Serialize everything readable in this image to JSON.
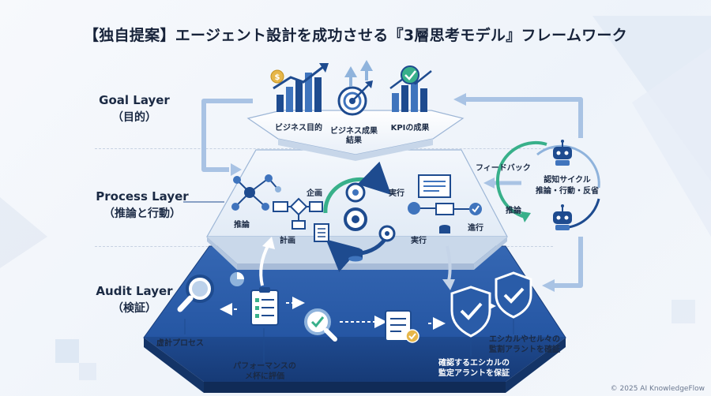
{
  "title": "【独自提案】エージェント設計を成功させる『3層思考モデル』フレームワーク",
  "layers": {
    "goal": {
      "en": "Goal Layer",
      "jp": "（目的）"
    },
    "process": {
      "en": "Process Layer",
      "jp": "（推論と行動）"
    },
    "audit": {
      "en": "Audit Layer",
      "jp": "（検証）"
    }
  },
  "goal_items": {
    "business_goal": "ビジネス目的",
    "business_result_1": "ビジネス成果",
    "business_result_2": "結果",
    "kpi": "KPIの成果"
  },
  "process_items": {
    "reasoning": "推論",
    "plan": "計画",
    "planning": "企画",
    "execute": "実行",
    "execute_2": "実行",
    "progress": "進行"
  },
  "cycle": {
    "feedback": "フィードバック",
    "title": "認知サイクル",
    "subtitle": "推論・行動・反省",
    "reasoning": "推論"
  },
  "audit_items": {
    "audit_process": "虚計プロセス",
    "performance_1": "パフォーマンスの",
    "performance_2": "メ杯に評価",
    "confirm_1": "確認するエシカルの",
    "confirm_2": "監定アラントを保証",
    "ethics_1": "エシカルやセル々の",
    "ethics_2": "監割アラントを確証"
  },
  "colors": {
    "navy": "#1e4b8f",
    "audit_blue": "#2a5ca8",
    "light_blue": "#8fb3dc",
    "accent_green": "#38b08a",
    "gold": "#e6b64a"
  },
  "copyright": "© 2025 AI KnowledgeFlow"
}
